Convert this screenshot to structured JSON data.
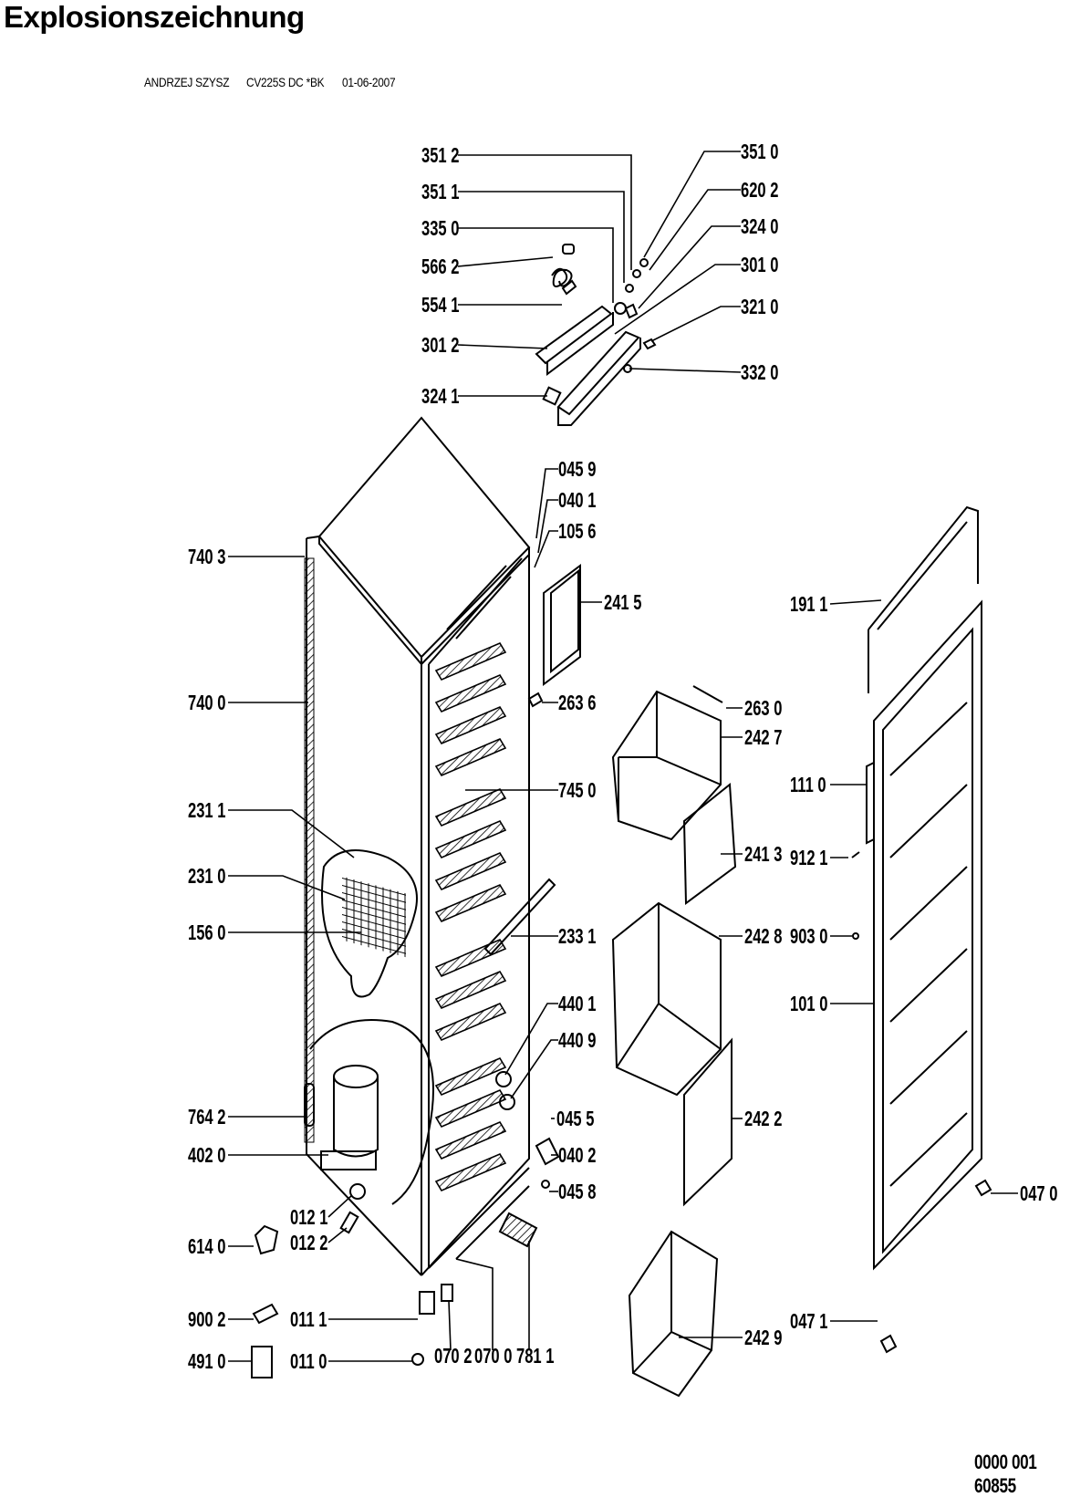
{
  "page": {
    "title": "Explosionszeichnung",
    "author": "ANDRZEJ SZYSZ",
    "model": "CV225S DC *BK",
    "date": "01-06-2007",
    "document_number": "0000 001 60855"
  },
  "colors": {
    "ink": "#000000",
    "paper": "#ffffff",
    "hatch": "#444444"
  },
  "part_labels": [
    "351 2",
    "351 1",
    "335 0",
    "566 2",
    "554 1",
    "301 2",
    "324 1",
    "351 0",
    "620 2",
    "324 0",
    "301 0",
    "321 0",
    "332 0",
    "045 9",
    "040 1",
    "105 6",
    "241 5",
    "263 6",
    "745 0",
    "740 3",
    "740 0",
    "231 1",
    "231 0",
    "156 0",
    "233 1",
    "440 1",
    "440 9",
    "045 5",
    "040 2",
    "045 8",
    "764 2",
    "402 0",
    "012 1",
    "012 2",
    "614 0",
    "900 2",
    "011 1",
    "491 0",
    "011 0",
    "070 2",
    "070 0",
    "781 1",
    "263 0",
    "242 7",
    "241 3",
    "242 8",
    "242 2",
    "242 9",
    "191 1",
    "111 0",
    "912 1",
    "903 0",
    "101 0",
    "047 0",
    "047 1"
  ]
}
